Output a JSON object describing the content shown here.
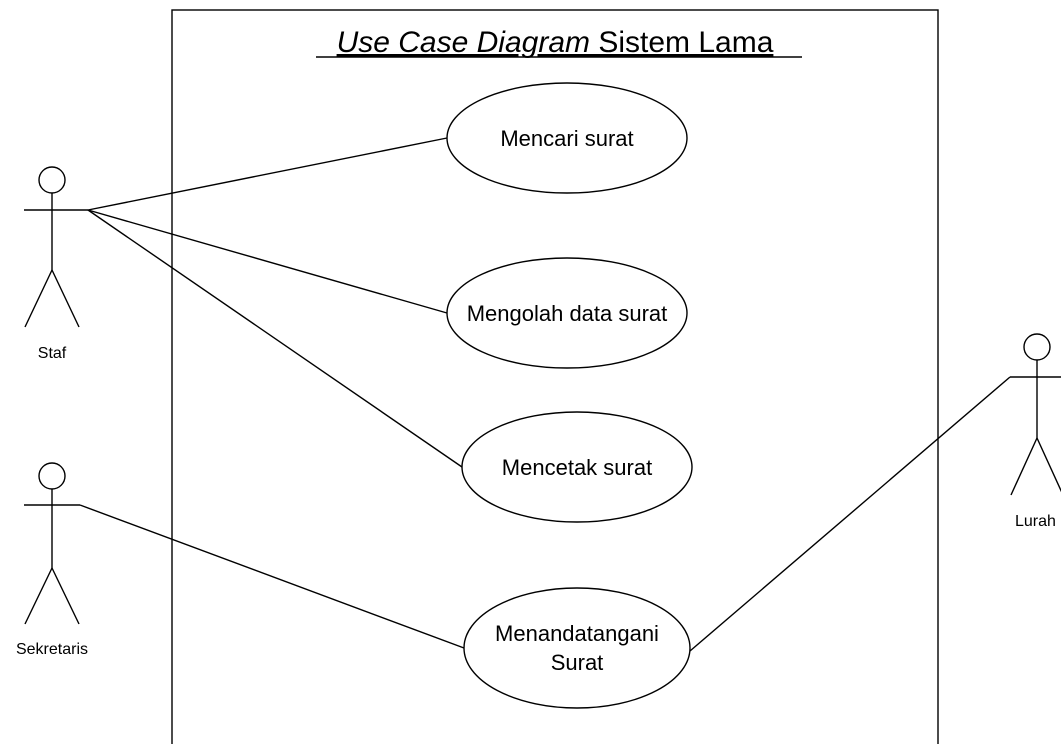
{
  "diagram": {
    "title_italic": "Use Case Diagram",
    "title_rest": " Sistem Lama"
  },
  "actors": {
    "staf": {
      "label": "Staf"
    },
    "sekretaris": {
      "label": "Sekretaris"
    },
    "lurah": {
      "label": "Lurah"
    }
  },
  "use_cases": {
    "mencari": {
      "label": "Mencari surat"
    },
    "mengolah": {
      "label": "Mengolah data surat"
    },
    "mencetak": {
      "label": "Mencetak surat"
    },
    "menandatangani": {
      "line1": "Menandatangani",
      "line2": "Surat"
    }
  }
}
